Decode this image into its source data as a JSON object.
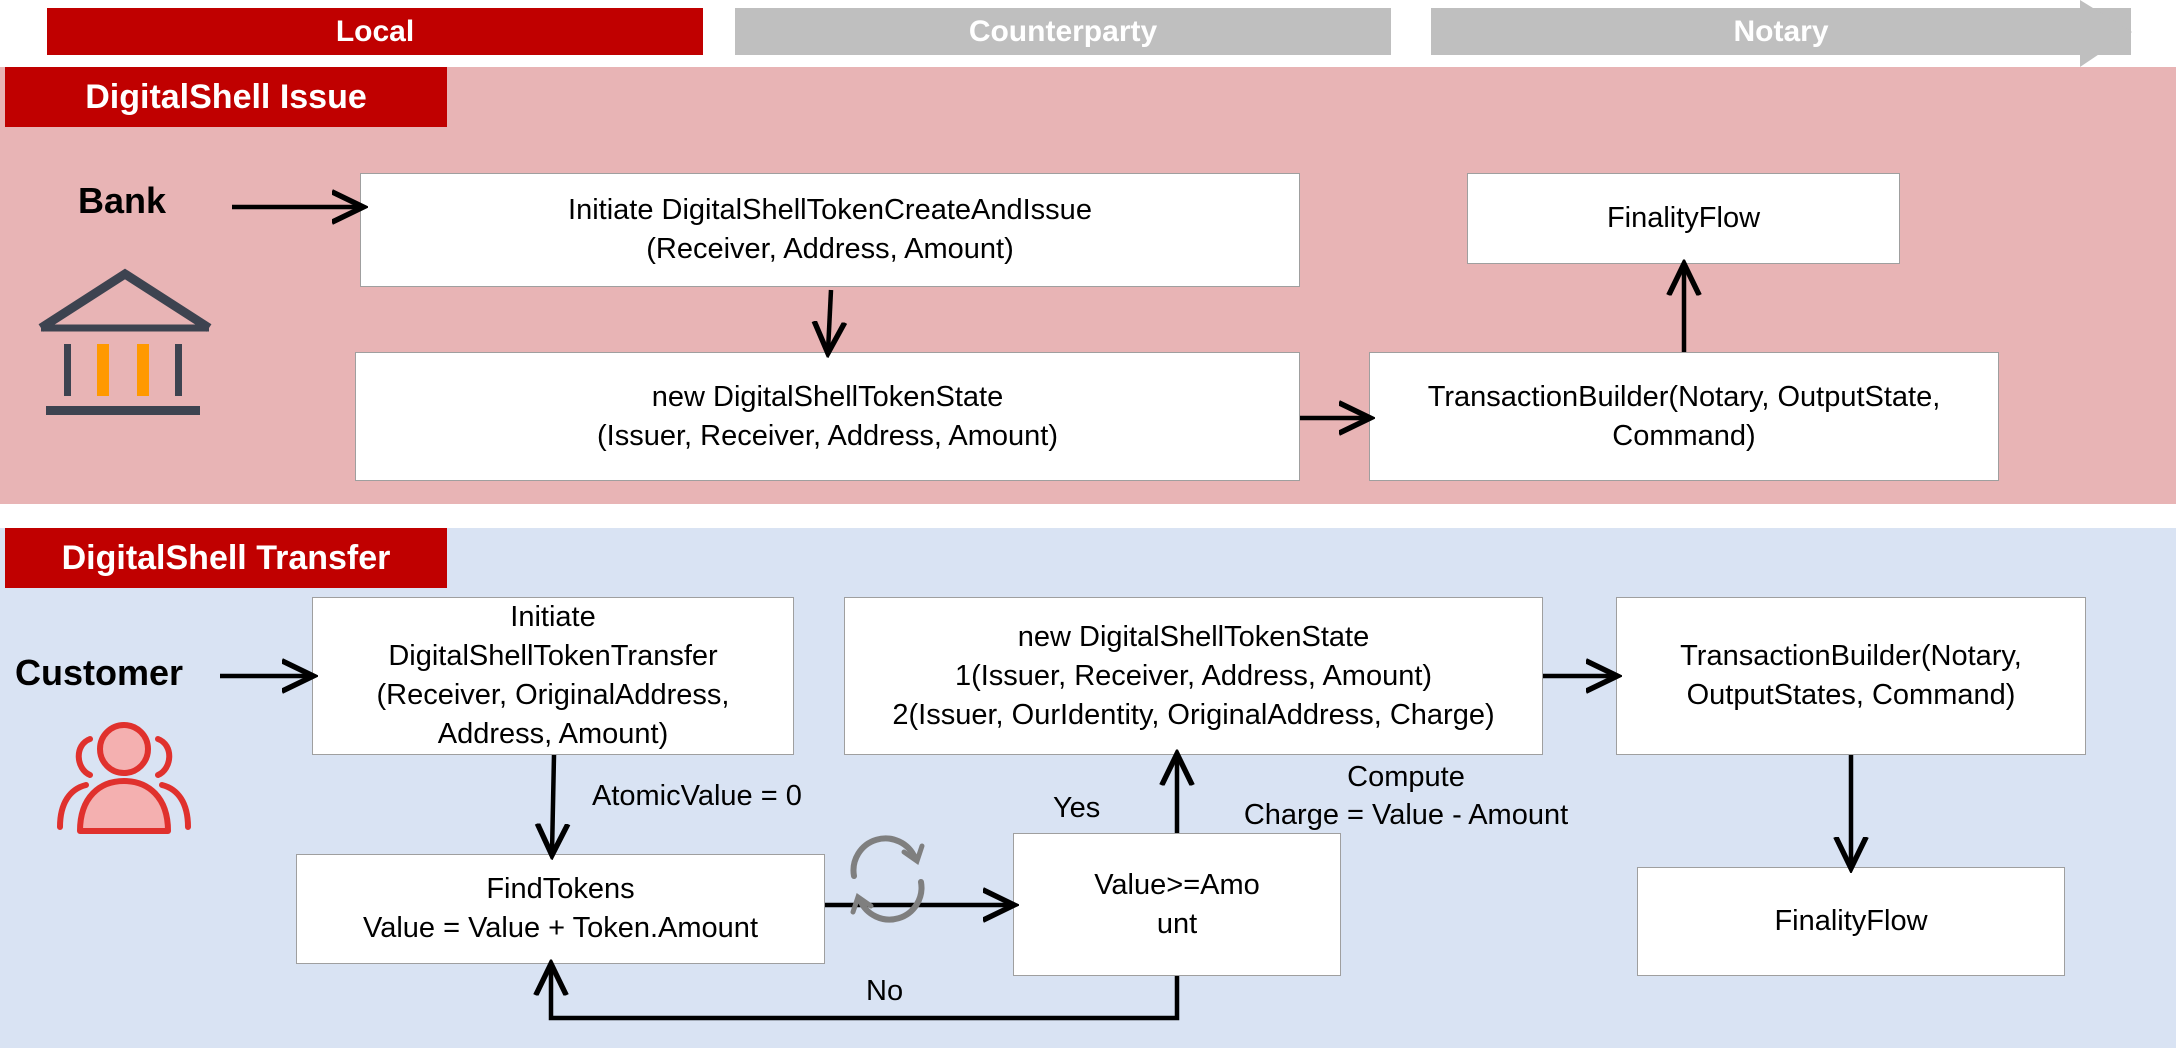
{
  "header": {
    "local": "Local",
    "counterparty": "Counterparty",
    "notary": "Notary"
  },
  "issue": {
    "title": "DigitalShell Issue",
    "actor": "Bank",
    "actor_icon": "bank-icon",
    "initiate": {
      "line1": "Initiate DigitalShellTokenCreateAndIssue",
      "line2": "(Receiver, Address, Amount)"
    },
    "new_state": {
      "line1": "new DigitalShellTokenState",
      "line2": "(Issuer, Receiver, Address, Amount)"
    },
    "tx_builder": {
      "line1": "TransactionBuilder(Notary, OutputState,",
      "line2": "Command)"
    },
    "finality": "FinalityFlow"
  },
  "transfer": {
    "title": "DigitalShell Transfer",
    "actor": "Customer",
    "actor_icon": "users-icon",
    "initiate": {
      "line1": "Initiate",
      "line2": "DigitalShellTokenTransfer",
      "line3": "(Receiver, OriginalAddress,",
      "line4": "Address, Amount)"
    },
    "atomic_value": "AtomicValue = 0",
    "find_tokens": {
      "line1": "FindTokens",
      "line2": "Value = Value + Token.Amount"
    },
    "condition": {
      "line1": "Value>=Amo",
      "line2": "unt"
    },
    "yes": "Yes",
    "no": "No",
    "compute": {
      "line1": "Compute",
      "line2": "Charge = Value - Amount"
    },
    "new_state": {
      "line1": "new DigitalShellTokenState",
      "line2": "1(Issuer, Receiver, Address, Amount)",
      "line3": "2(Issuer, OurIdentity, OriginalAddress, Charge)"
    },
    "tx_builder": {
      "line1": "TransactionBuilder(Notary,",
      "line2": "OutputStates, Command)"
    },
    "finality": "FinalityFlow"
  },
  "colors": {
    "accent_red": "#c00000",
    "header_gray": "#bfbfbf",
    "issue_bg": "#e8b4b5",
    "transfer_bg": "#d9e3f3",
    "bank_icon_dark": "#3d4350",
    "bank_icon_orange": "#ff9900",
    "users_icon_red": "#e0312d",
    "users_icon_fill": "#f4b0b0",
    "loop_icon_gray": "#7f7f7f"
  }
}
